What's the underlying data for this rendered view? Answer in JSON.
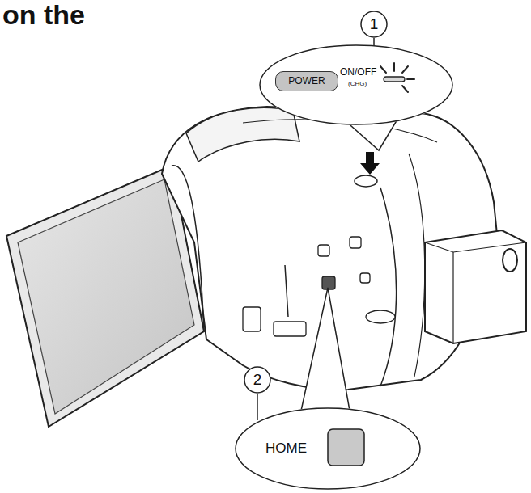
{
  "diagram": {
    "nodes": [
      {
        "text": [
          "1"
        ]
      },
      {
        "text": [
          "ON/OFF",
          "(CHG)"
        ]
      },
      {
        "text": [
          "POWER"
        ],
        "in": 1
      },
      {
        "text": [
          "2"
        ]
      },
      {
        "text": [
          "HOME"
        ]
      }
    ],
    "labels": [
      "on the"
    ]
  }
}
